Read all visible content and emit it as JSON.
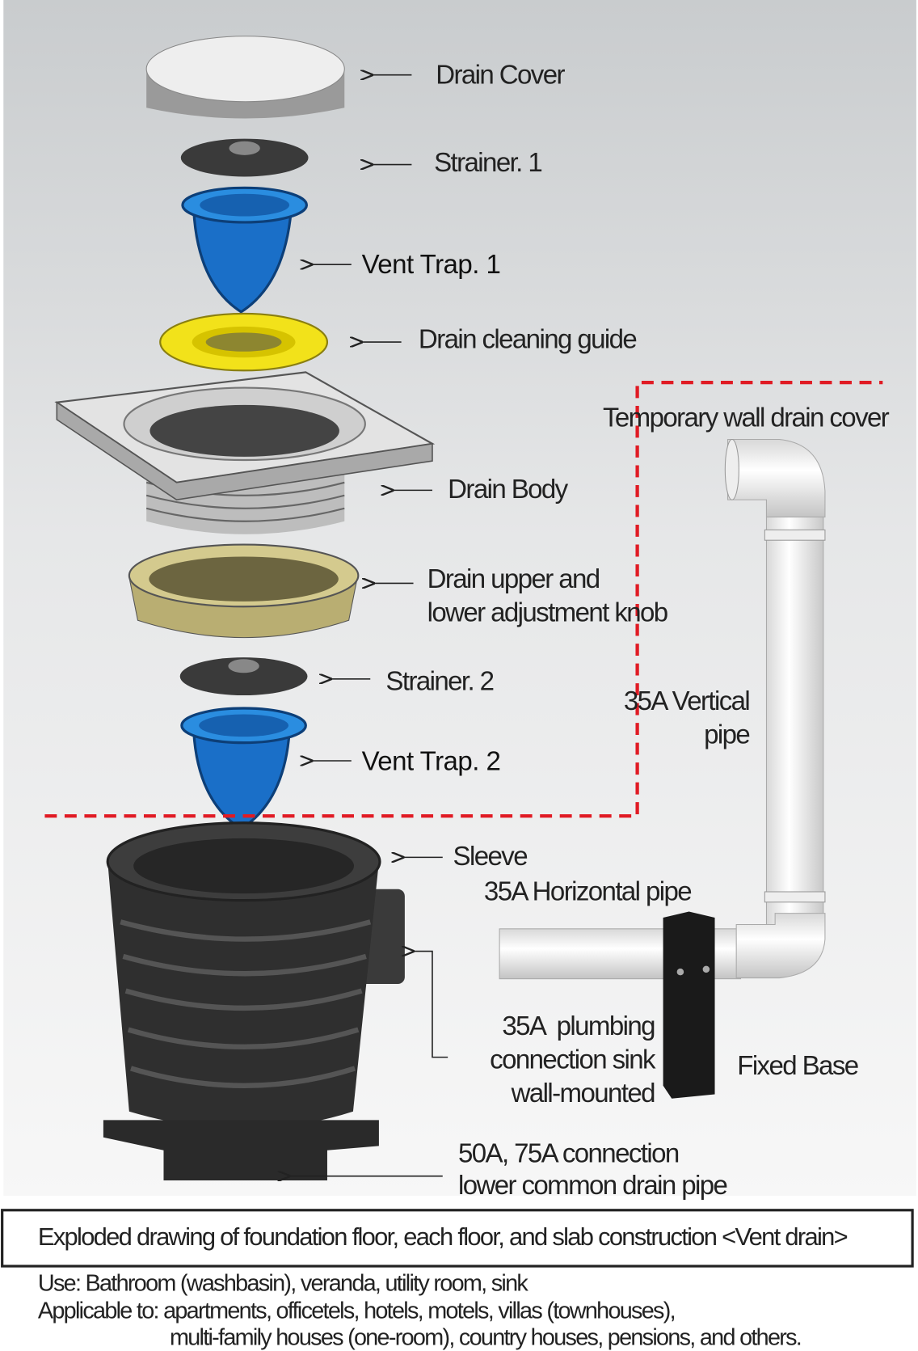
{
  "labels": {
    "drain_cover": "Drain Cover",
    "strainer_1": "Strainer. 1",
    "vent_trap_1": "Vent Trap. 1",
    "drain_cleaning_guide": "Drain cleaning guide",
    "temporary_wall_drain_cover": "Temporary wall drain cover",
    "drain_body": "Drain Body",
    "adjustment_knob_line1": "Drain upper and",
    "adjustment_knob_line2": "lower adjustment knob",
    "strainer_2": "Strainer. 2",
    "vertical_pipe_line1": "35A Vertical",
    "vertical_pipe_line2": "pipe",
    "vent_trap_2": "Vent Trap. 2",
    "sleeve": "Sleeve",
    "horizontal_pipe": "35A Horizontal pipe",
    "plumbing_line1": "35A  plumbing",
    "plumbing_line2": "connection sink",
    "plumbing_line3": "wall-mounted",
    "fixed_base": "Fixed Base",
    "lower_pipe_line1": "50A, 75A connection",
    "lower_pipe_line2": "lower common drain pipe"
  },
  "caption": "Exploded drawing of foundation floor, each floor, and slab construction <Vent drain>",
  "notes": {
    "use": "Use: Bathroom (washbasin), veranda, utility room, sink",
    "applicable_line1": "Applicable to: apartments, officetels, hotels, motels, villas (townhouses),",
    "applicable_line2": "multi-family houses (one-room), country houses, pensions, and others."
  },
  "colors": {
    "trap_blue": "#1e7fd6",
    "guide_yellow": "#f2e21a",
    "knob_olive": "#b9ae72",
    "dashed_red": "#e01b24",
    "sleeve_black": "#2b2b2b"
  }
}
